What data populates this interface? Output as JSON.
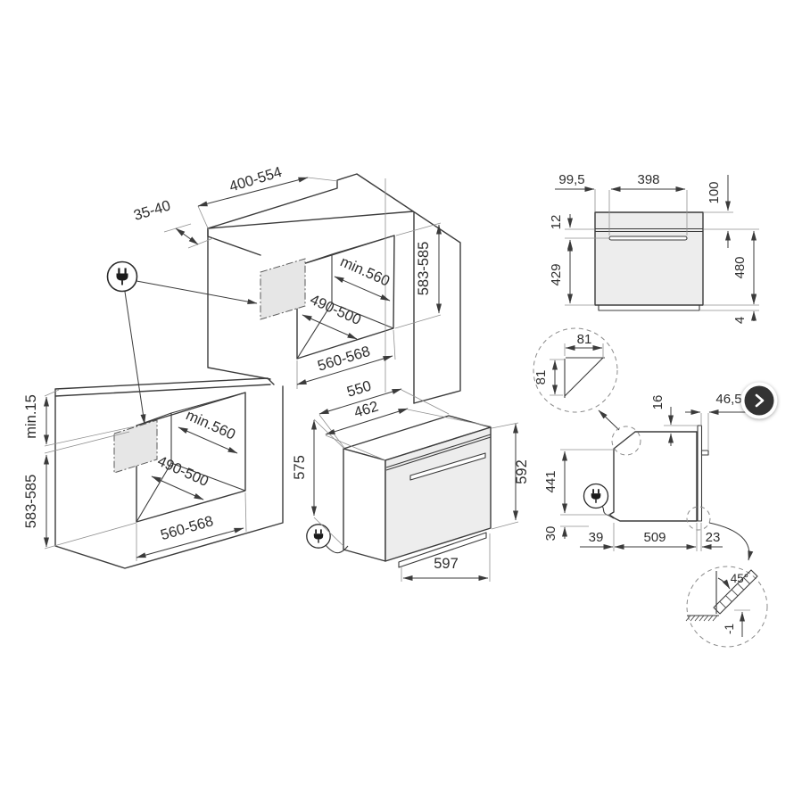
{
  "colors": {
    "line": "#3b3b3b",
    "panel_fill": "#ededed",
    "patch_fill": "#e6e6e6",
    "button_fill": "#333333",
    "button_glyph": "#ffffff"
  },
  "tall_unit": {
    "dim_top_cutout_width": "400-554",
    "dim_top_front_strip": "35-40",
    "dim_niche_depth": "min.560",
    "dim_niche_rear_width": "490-500",
    "dim_niche_width": "560-568",
    "dim_niche_height": "583-585"
  },
  "base_unit": {
    "dim_worktop_clearance": "min.15",
    "dim_niche_height": "583-585",
    "dim_niche_depth": "min.560",
    "dim_niche_rear_width": "490-500",
    "dim_niche_width": "560-568"
  },
  "oven": {
    "dim_depth_total": "550",
    "dim_depth_body": "462",
    "dim_height_rear": "575",
    "dim_height_front": "592",
    "dim_width": "597"
  },
  "front_view": {
    "dim_handle_inset": "99,5",
    "dim_handle_width": "398",
    "dim_top_section": "100",
    "dim_gap": "12",
    "dim_door_section": "429",
    "dim_lower_section": "480",
    "dim_base": "4"
  },
  "side_view": {
    "dim_door_top_gap": "16",
    "dim_handle_depth": "46,5",
    "dim_rear_height": "441",
    "dim_bottom": "30",
    "dim_front_clearance": "39",
    "dim_body_depth": "509",
    "dim_door_thickness": "23"
  },
  "corner_detail": {
    "dim_chamfer_width": "81",
    "dim_chamfer_height": "81"
  },
  "door_detail": {
    "dim_open_angle": "45°",
    "dim_floor_clearance": "-1"
  },
  "icons": {
    "power_plug": "plug-icon",
    "carousel_next": "chevron-right-icon"
  }
}
